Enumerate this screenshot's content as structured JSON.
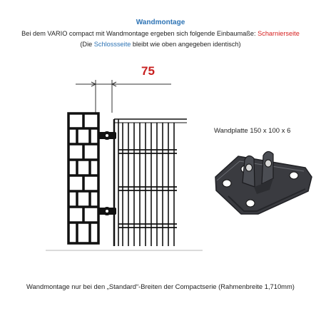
{
  "header": {
    "title": "Wandmontage",
    "line1_prefix": "Bei dem VARIO compact mit Wandmontage ergeben sich folgende Einbaumaße: ",
    "line1_highlight": "Scharnierseite",
    "line2_open": "(Die ",
    "line2_highlight": "Schlossseite",
    "line2_rest": " bleibt wie oben angegeben identisch)"
  },
  "diagram": {
    "dimension_label": "75"
  },
  "plate": {
    "caption": "Wandplatte 150 x 100 x 6"
  },
  "footer": {
    "note": "Wandmontage nur bei den „Standard“-Breiten der Compactserie (Rahmenbreite 1,710mm)"
  },
  "colors": {
    "title_blue": "#2e74b5",
    "accent_red": "#d62020",
    "dimension_red": "#c82020"
  }
}
